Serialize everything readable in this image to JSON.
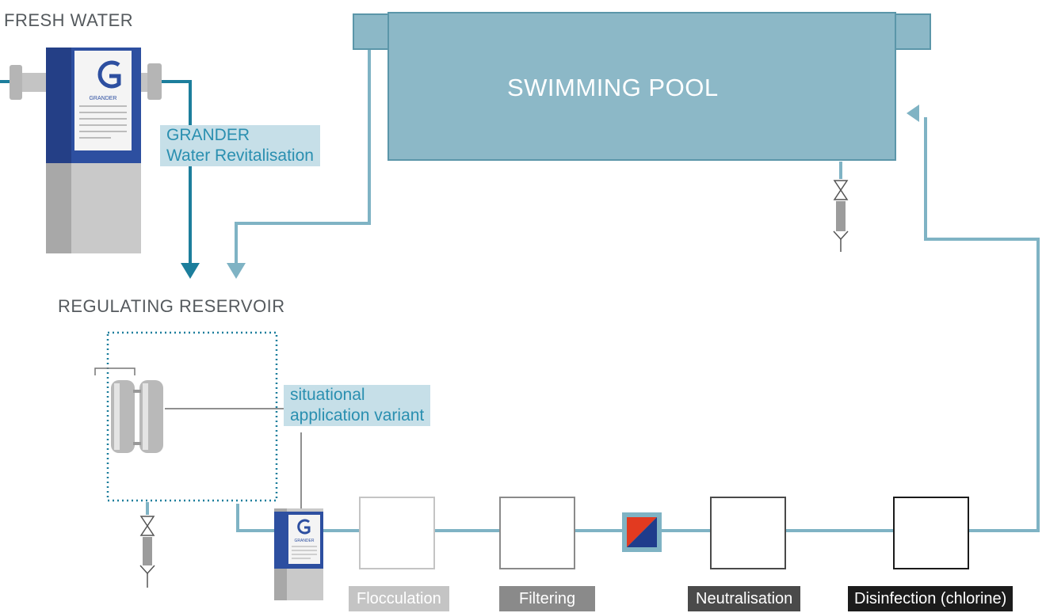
{
  "labels": {
    "fresh_water": "FRESH WATER",
    "swimming_pool": "SWIMMING POOL",
    "regulating_reservoir": "REGULATING RESERVOIR",
    "grander_callout": [
      "GRANDER",
      "Water Revitalisation"
    ],
    "situational_callout": [
      "situational",
      "application variant"
    ]
  },
  "device_text": {
    "brand": "GRANDER"
  },
  "treatment_steps": [
    {
      "label": "Flocculation",
      "color": "#c4c4c4"
    },
    {
      "label": "Filtering",
      "color": "#8a8a8a"
    },
    {
      "label": "Neutralisation",
      "color": "#4a4a4a"
    },
    {
      "label": "Disinfection (chlorine)",
      "color": "#1b1b1b"
    }
  ],
  "colors": {
    "pipe_light": "#7fb3c4",
    "pipe_dark": "#1c7e9c",
    "pool_fill": "#8cb8c7",
    "callout_bg": "#c6dfe8",
    "callout_text": "#2a8fb0",
    "heat_exchanger_blue": "#1f3c8c",
    "heat_exchanger_red": "#e23a20"
  },
  "icons": [
    "valve-icon",
    "drain-icon",
    "arrow-icon",
    "grander-device-icon",
    "heat-exchanger-icon"
  ]
}
